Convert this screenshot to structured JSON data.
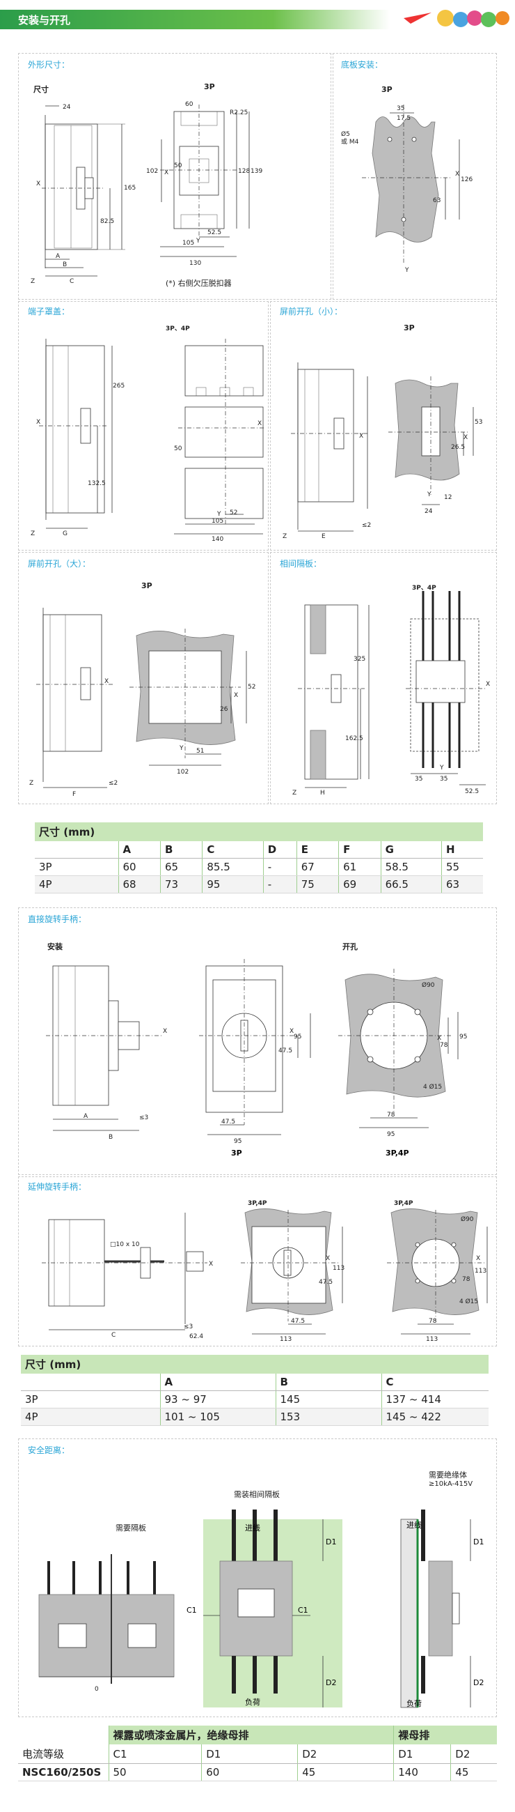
{
  "header": {
    "title": "安装与开孔"
  },
  "sections": {
    "outline": "外形尺寸：",
    "base_mount": "底板安装：",
    "terminal_cover": "端子罩盖：",
    "front_cut_small": "屏前开孔（小）：",
    "front_cut_large": "屏前开孔（大）：",
    "phase_barrier": "相间隔板：",
    "direct_handle": "直接旋转手柄：",
    "ext_handle": "延伸旋转手柄：",
    "safety": "安全距离："
  },
  "labels": {
    "size": "尺寸",
    "p3": "3P",
    "p34": "3P、4P",
    "p34b": "3P,4P",
    "install": "安装",
    "cutout": "开孔",
    "undervoltage_note": "(*) 右侧欠压脱扣器",
    "screw": "Ø5\n或 M4",
    "need_barrier": "需要隔板",
    "need_phase_barrier": "需装相间隔板",
    "need_insulator": "需要绝缘体",
    "voltage": "≥10kA-415V",
    "line_in": "进线",
    "load": "负荷",
    "square": "□10 x 10",
    "hole90": "Ø90",
    "hole15": "4 Ø15",
    "zero": "0"
  },
  "dims": {
    "d24": "24",
    "d165": "165",
    "d82_5": "82.5",
    "d60": "60",
    "dR": "R2.25",
    "d102": "102",
    "d128": "128",
    "d139": "139",
    "d50": "50",
    "d52_5": "52.5",
    "d105": "105",
    "d130": "130",
    "d35": "35",
    "d17_5": "17.5",
    "d126": "126",
    "d63": "63",
    "d265": "265",
    "d132_5": "132.5",
    "d52": "52",
    "d140": "140",
    "d53": "53",
    "d26_5": "26.5",
    "d24b": "24",
    "d12": "12",
    "d2": "≤2",
    "d51": "51",
    "d26": "26",
    "d325": "325",
    "d162_5": "162.5",
    "d95": "95",
    "d47_5": "47.5",
    "d78": "78",
    "d3": "≤3",
    "d113": "113",
    "d62_4": "62.4",
    "A": "A",
    "B": "B",
    "C": "C",
    "E": "E",
    "F": "F",
    "G": "G",
    "H": "H",
    "Z": "Z",
    "X": "X",
    "Y": "Y",
    "D1": "D1",
    "D2": "D2",
    "C1": "C1"
  },
  "table1": {
    "title": "尺寸 (mm)",
    "headers": [
      "",
      "A",
      "B",
      "C",
      "D",
      "E",
      "F",
      "G",
      "H"
    ],
    "rows": [
      [
        "3P",
        "60",
        "65",
        "85.5",
        "-",
        "67",
        "61",
        "58.5",
        "55"
      ],
      [
        "4P",
        "68",
        "73",
        "95",
        "-",
        "75",
        "69",
        "66.5",
        "63"
      ]
    ]
  },
  "table2": {
    "title": "尺寸 (mm)",
    "headers": [
      "",
      "A",
      "B",
      "C"
    ],
    "rows": [
      [
        "3P",
        "93 ~ 97",
        "145",
        "137 ~ 414"
      ],
      [
        "4P",
        "101 ~ 105",
        "153",
        "145 ~ 422"
      ]
    ]
  },
  "table3": {
    "group1": "裸露或喷漆金属片，绝缘母排",
    "group2": "裸母排",
    "headers": [
      "电流等级",
      "C1",
      "D1",
      "D2",
      "D1",
      "D2"
    ],
    "rows": [
      [
        "NSC160/250S",
        "50",
        "60",
        "45",
        "140",
        "45"
      ]
    ]
  },
  "colors": {
    "accent": "#2aa5d6",
    "header_green": "#2b9d4a",
    "table_green": "#c8e6b8"
  }
}
